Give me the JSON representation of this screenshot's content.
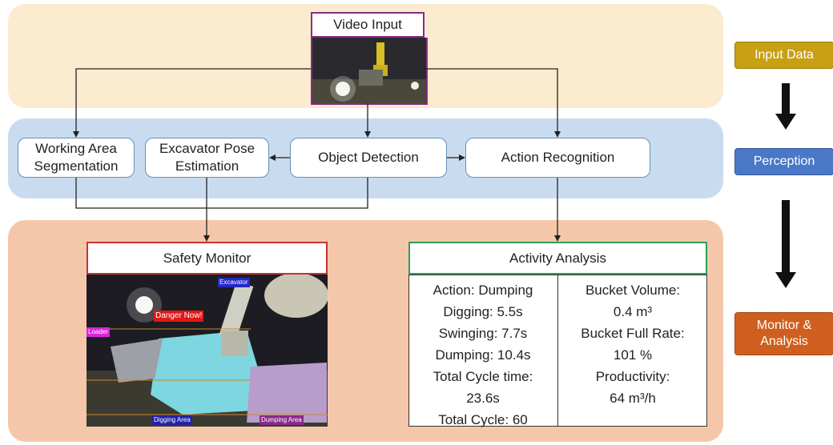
{
  "nodes": {
    "video_input": "Video Input",
    "working_area_line1": "Working Area",
    "working_area_line2": "Segmentation",
    "pose_line1": "Excavator Pose",
    "pose_line2": "Estimation",
    "object_detection": "Object Detection",
    "action_recognition": "Action Recognition",
    "safety_monitor": "Safety Monitor",
    "activity_analysis": "Activity Analysis"
  },
  "stages": {
    "input_data": "Input Data",
    "perception": "Perception",
    "monitor_line1": "Monitor &",
    "monitor_line2": "Analysis"
  },
  "safety_tags": {
    "excavator": "Excavator",
    "danger": "Danger Now!",
    "loader": "Loader",
    "digging_area": "Digging Area",
    "dumping_area": "Dumping Area"
  },
  "activity": {
    "left": [
      "Action: Dumping",
      "Digging: 5.5s",
      "Swinging: 7.7s",
      "Dumping: 10.4s",
      "Total Cycle time:",
      "23.6s",
      "Total Cycle: 60"
    ],
    "right": [
      "Bucket Volume:",
      "0.4 m³",
      "Bucket Full Rate:",
      "101 %",
      "Productivity:",
      "64 m³/h"
    ]
  },
  "colors": {
    "input_band": "#fbebcf",
    "perception_band": "#c9dcef",
    "monitor_band": "#f5c7aa",
    "input_stage": "#c8a014",
    "perception_stage": "#4a78c8",
    "monitor_stage": "#cf5f1e"
  }
}
